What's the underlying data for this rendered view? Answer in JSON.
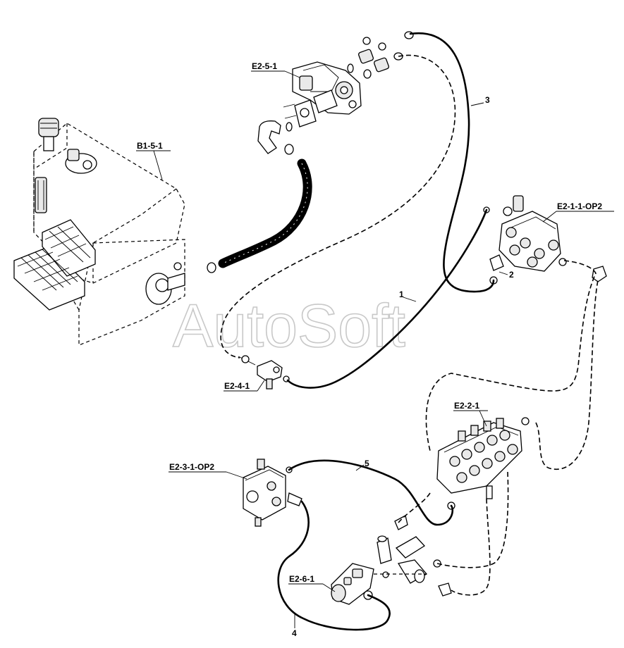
{
  "watermark": "AutoSoft",
  "assemblies": {
    "tank": "B1-5-1",
    "pump": "E2-5-1",
    "main_valve": "E2-1-1-OP2",
    "priority_valve": "E2-4-1",
    "multi_valve": "E2-2-1",
    "aux_valve": "E2-3-1-OP2",
    "filter": "E2-6-1"
  },
  "hose_numbers": {
    "h1": "1",
    "h2": "2",
    "h3": "3",
    "h4": "4",
    "h5": "5"
  }
}
